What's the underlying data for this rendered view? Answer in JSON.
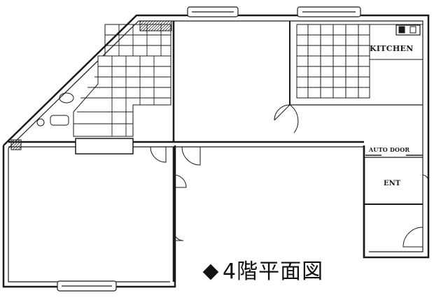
{
  "plan": {
    "title": "4階平面図",
    "title_marker_icon": "diamond-icon",
    "labels": {
      "kitchen": "KITCHEN",
      "auto_door": "AUTO DOOR",
      "entrance": "ENT"
    },
    "colors": {
      "line": "#1a1a1a",
      "background": "#ffffff"
    }
  }
}
